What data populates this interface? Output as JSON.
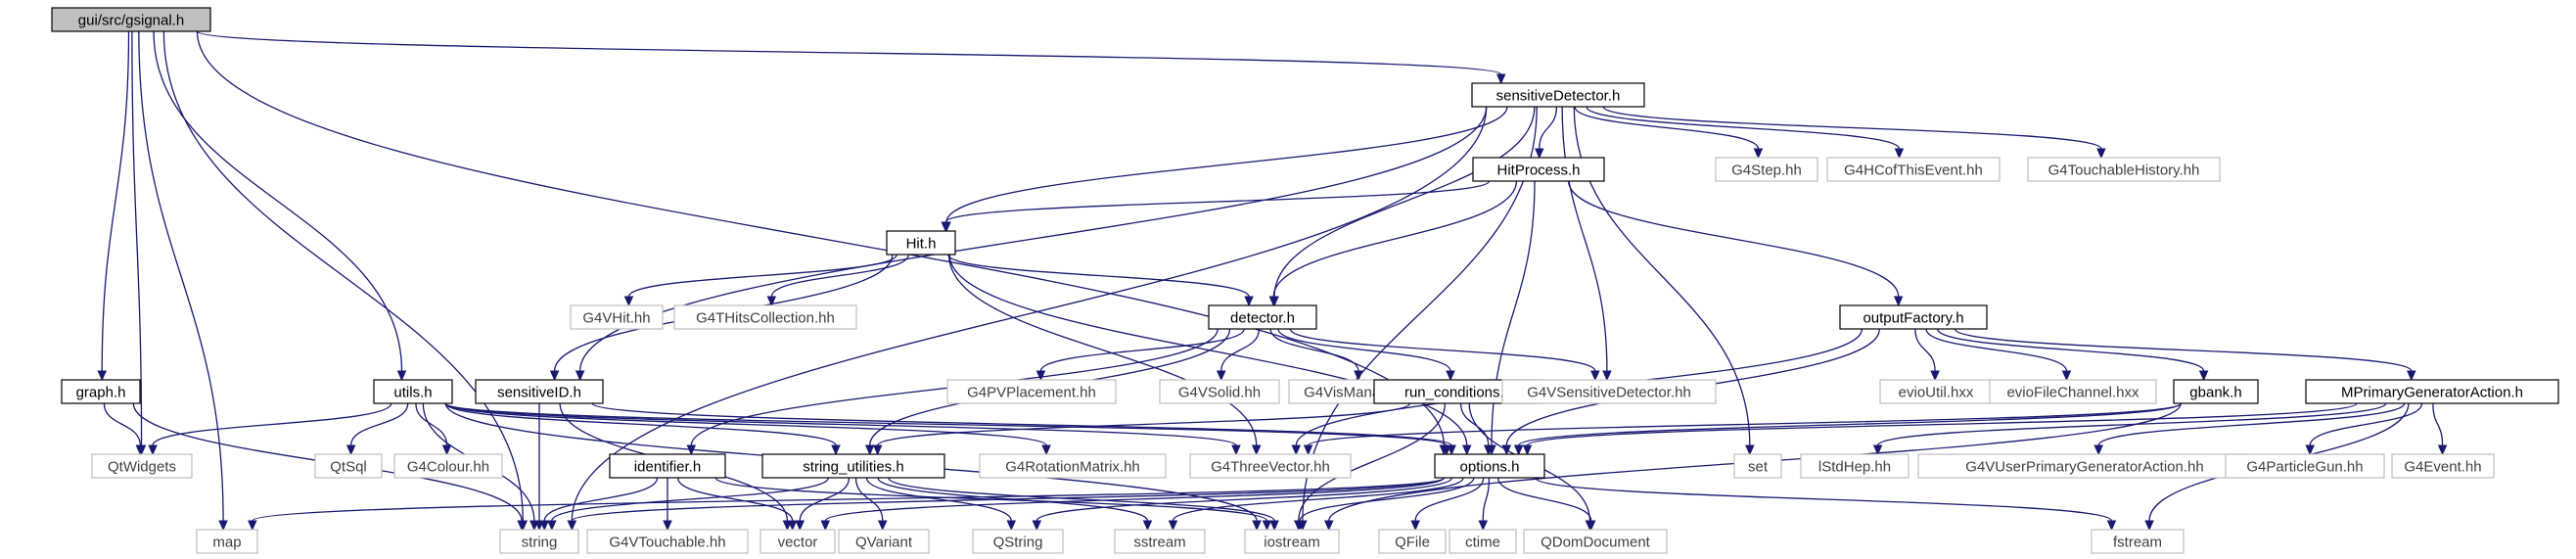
{
  "colors": {
    "edge": "#191970",
    "root_fill": "#bfbfbf",
    "normal_border": "#000000",
    "external_border": "#bfbfbf",
    "external_text": "#404040"
  },
  "nodes": [
    {
      "id": "gsignal",
      "label": "gui/src/gsignal.h",
      "kind": "root"
    },
    {
      "id": "sensitiveDetector",
      "label": "sensitiveDetector.h",
      "kind": "normal"
    },
    {
      "id": "HitProcess",
      "label": "HitProcess.h",
      "kind": "normal"
    },
    {
      "id": "G4Step",
      "label": "G4Step.hh",
      "kind": "external"
    },
    {
      "id": "G4HCofThisEvent",
      "label": "G4HCofThisEvent.hh",
      "kind": "external"
    },
    {
      "id": "G4TouchableHistory",
      "label": "G4TouchableHistory.hh",
      "kind": "external"
    },
    {
      "id": "Hit",
      "label": "Hit.h",
      "kind": "normal"
    },
    {
      "id": "G4VHit",
      "label": "G4VHit.hh",
      "kind": "external"
    },
    {
      "id": "G4THitsCollection",
      "label": "G4THitsCollection.hh",
      "kind": "external"
    },
    {
      "id": "detector",
      "label": "detector.h",
      "kind": "normal"
    },
    {
      "id": "outputFactory",
      "label": "outputFactory.h",
      "kind": "normal"
    },
    {
      "id": "graph",
      "label": "graph.h",
      "kind": "normal"
    },
    {
      "id": "utils",
      "label": "utils.h",
      "kind": "normal"
    },
    {
      "id": "sensitiveID",
      "label": "sensitiveID.h",
      "kind": "normal"
    },
    {
      "id": "G4PVPlacement",
      "label": "G4PVPlacement.hh",
      "kind": "external"
    },
    {
      "id": "G4VSolid",
      "label": "G4VSolid.hh",
      "kind": "external"
    },
    {
      "id": "G4VisManager",
      "label": "G4VisManager.hh",
      "kind": "external"
    },
    {
      "id": "run_conditions",
      "label": "run_conditions.h",
      "kind": "normal"
    },
    {
      "id": "G4VSensitiveDetector",
      "label": "G4VSensitiveDetector.hh",
      "kind": "external"
    },
    {
      "id": "evioUtil",
      "label": "evioUtil.hxx",
      "kind": "external"
    },
    {
      "id": "evioFileChannel",
      "label": "evioFileChannel.hxx",
      "kind": "external"
    },
    {
      "id": "gbank",
      "label": "gbank.h",
      "kind": "normal"
    },
    {
      "id": "MPrimaryGeneratorAction",
      "label": "MPrimaryGeneratorAction.h",
      "kind": "normal"
    },
    {
      "id": "QtWidgets",
      "label": "QtWidgets",
      "kind": "external"
    },
    {
      "id": "QtSql",
      "label": "QtSql",
      "kind": "external"
    },
    {
      "id": "G4Colour",
      "label": "G4Colour.hh",
      "kind": "external"
    },
    {
      "id": "identifier",
      "label": "identifier.h",
      "kind": "normal"
    },
    {
      "id": "string_utilities",
      "label": "string_utilities.h",
      "kind": "normal"
    },
    {
      "id": "G4RotationMatrix",
      "label": "G4RotationMatrix.hh",
      "kind": "external"
    },
    {
      "id": "G4ThreeVector",
      "label": "G4ThreeVector.hh",
      "kind": "external"
    },
    {
      "id": "options",
      "label": "options.h",
      "kind": "normal"
    },
    {
      "id": "set",
      "label": "set",
      "kind": "external"
    },
    {
      "id": "lStdHep",
      "label": "lStdHep.hh",
      "kind": "external"
    },
    {
      "id": "G4VUserPrimaryGeneratorAction",
      "label": "G4VUserPrimaryGeneratorAction.hh",
      "kind": "external"
    },
    {
      "id": "G4ParticleGun",
      "label": "G4ParticleGun.hh",
      "kind": "external"
    },
    {
      "id": "G4Event",
      "label": "G4Event.hh",
      "kind": "external"
    },
    {
      "id": "map",
      "label": "map",
      "kind": "external"
    },
    {
      "id": "string",
      "label": "string",
      "kind": "external"
    },
    {
      "id": "G4VTouchable",
      "label": "G4VTouchable.hh",
      "kind": "external"
    },
    {
      "id": "vector",
      "label": "vector",
      "kind": "external"
    },
    {
      "id": "QVariant",
      "label": "QVariant",
      "kind": "external"
    },
    {
      "id": "QString",
      "label": "QString",
      "kind": "external"
    },
    {
      "id": "sstream",
      "label": "sstream",
      "kind": "external"
    },
    {
      "id": "iostream",
      "label": "iostream",
      "kind": "external"
    },
    {
      "id": "QFile",
      "label": "QFile",
      "kind": "external"
    },
    {
      "id": "ctime",
      "label": "ctime",
      "kind": "external"
    },
    {
      "id": "QDomDocument",
      "label": "QDomDocument",
      "kind": "external"
    },
    {
      "id": "fstream",
      "label": "fstream",
      "kind": "external"
    }
  ],
  "edges": [
    [
      "gsignal",
      "sensitiveDetector"
    ],
    [
      "gsignal",
      "graph"
    ],
    [
      "gsignal",
      "utils"
    ],
    [
      "gsignal",
      "QtWidgets"
    ],
    [
      "gsignal",
      "map"
    ],
    [
      "gsignal",
      "string"
    ],
    [
      "gsignal",
      "options"
    ],
    [
      "sensitiveDetector",
      "HitProcess"
    ],
    [
      "sensitiveDetector",
      "G4Step"
    ],
    [
      "sensitiveDetector",
      "G4HCofThisEvent"
    ],
    [
      "sensitiveDetector",
      "G4TouchableHistory"
    ],
    [
      "sensitiveDetector",
      "Hit"
    ],
    [
      "sensitiveDetector",
      "detector"
    ],
    [
      "sensitiveDetector",
      "sensitiveID"
    ],
    [
      "sensitiveDetector",
      "G4VSensitiveDetector"
    ],
    [
      "sensitiveDetector",
      "string"
    ],
    [
      "sensitiveDetector",
      "set"
    ],
    [
      "sensitiveDetector",
      "iostream"
    ],
    [
      "HitProcess",
      "Hit"
    ],
    [
      "HitProcess",
      "detector"
    ],
    [
      "HitProcess",
      "outputFactory"
    ],
    [
      "HitProcess",
      "options"
    ],
    [
      "Hit",
      "G4VHit"
    ],
    [
      "Hit",
      "G4THitsCollection"
    ],
    [
      "Hit",
      "detector"
    ],
    [
      "Hit",
      "sensitiveID"
    ],
    [
      "Hit",
      "G4ThreeVector"
    ],
    [
      "Hit",
      "options"
    ],
    [
      "detector",
      "G4PVPlacement"
    ],
    [
      "detector",
      "G4VSolid"
    ],
    [
      "detector",
      "G4VisManager"
    ],
    [
      "detector",
      "run_conditions"
    ],
    [
      "detector",
      "G4VSensitiveDetector"
    ],
    [
      "detector",
      "identifier"
    ],
    [
      "detector",
      "string_utilities"
    ],
    [
      "outputFactory",
      "evioUtil"
    ],
    [
      "outputFactory",
      "evioFileChannel"
    ],
    [
      "outputFactory",
      "gbank"
    ],
    [
      "outputFactory",
      "MPrimaryGeneratorAction"
    ],
    [
      "outputFactory",
      "options"
    ],
    [
      "outputFactory",
      "G4ThreeVector"
    ],
    [
      "graph",
      "QtWidgets"
    ],
    [
      "graph",
      "string"
    ],
    [
      "utils",
      "QtWidgets"
    ],
    [
      "utils",
      "QtSql"
    ],
    [
      "utils",
      "G4Colour"
    ],
    [
      "utils",
      "string_utilities"
    ],
    [
      "utils",
      "G4RotationMatrix"
    ],
    [
      "utils",
      "G4ThreeVector"
    ],
    [
      "utils",
      "options"
    ],
    [
      "utils",
      "iostream"
    ],
    [
      "utils",
      "string"
    ],
    [
      "sensitiveID",
      "string"
    ],
    [
      "sensitiveID",
      "vector"
    ],
    [
      "sensitiveID",
      "options"
    ],
    [
      "run_conditions",
      "options"
    ],
    [
      "run_conditions",
      "iostream"
    ],
    [
      "run_conditions",
      "QDomDocument"
    ],
    [
      "run_conditions",
      "string_utilities"
    ],
    [
      "gbank",
      "options"
    ],
    [
      "gbank",
      "iostream"
    ],
    [
      "gbank",
      "G4ThreeVector"
    ],
    [
      "MPrimaryGeneratorAction",
      "lStdHep"
    ],
    [
      "MPrimaryGeneratorAction",
      "G4VUserPrimaryGeneratorAction"
    ],
    [
      "MPrimaryGeneratorAction",
      "G4ParticleGun"
    ],
    [
      "MPrimaryGeneratorAction",
      "G4Event"
    ],
    [
      "MPrimaryGeneratorAction",
      "options"
    ],
    [
      "MPrimaryGeneratorAction",
      "fstream"
    ],
    [
      "identifier",
      "string"
    ],
    [
      "identifier",
      "G4VTouchable"
    ],
    [
      "identifier",
      "vector"
    ],
    [
      "identifier",
      "iostream"
    ],
    [
      "string_utilities",
      "string"
    ],
    [
      "string_utilities",
      "vector"
    ],
    [
      "string_utilities",
      "QVariant"
    ],
    [
      "string_utilities",
      "QString"
    ],
    [
      "string_utilities",
      "sstream"
    ],
    [
      "string_utilities",
      "iostream"
    ],
    [
      "options",
      "map"
    ],
    [
      "options",
      "string"
    ],
    [
      "options",
      "vector"
    ],
    [
      "options",
      "QString"
    ],
    [
      "options",
      "sstream"
    ],
    [
      "options",
      "iostream"
    ],
    [
      "options",
      "QFile"
    ],
    [
      "options",
      "ctime"
    ],
    [
      "options",
      "QDomDocument"
    ],
    [
      "options",
      "fstream"
    ]
  ]
}
